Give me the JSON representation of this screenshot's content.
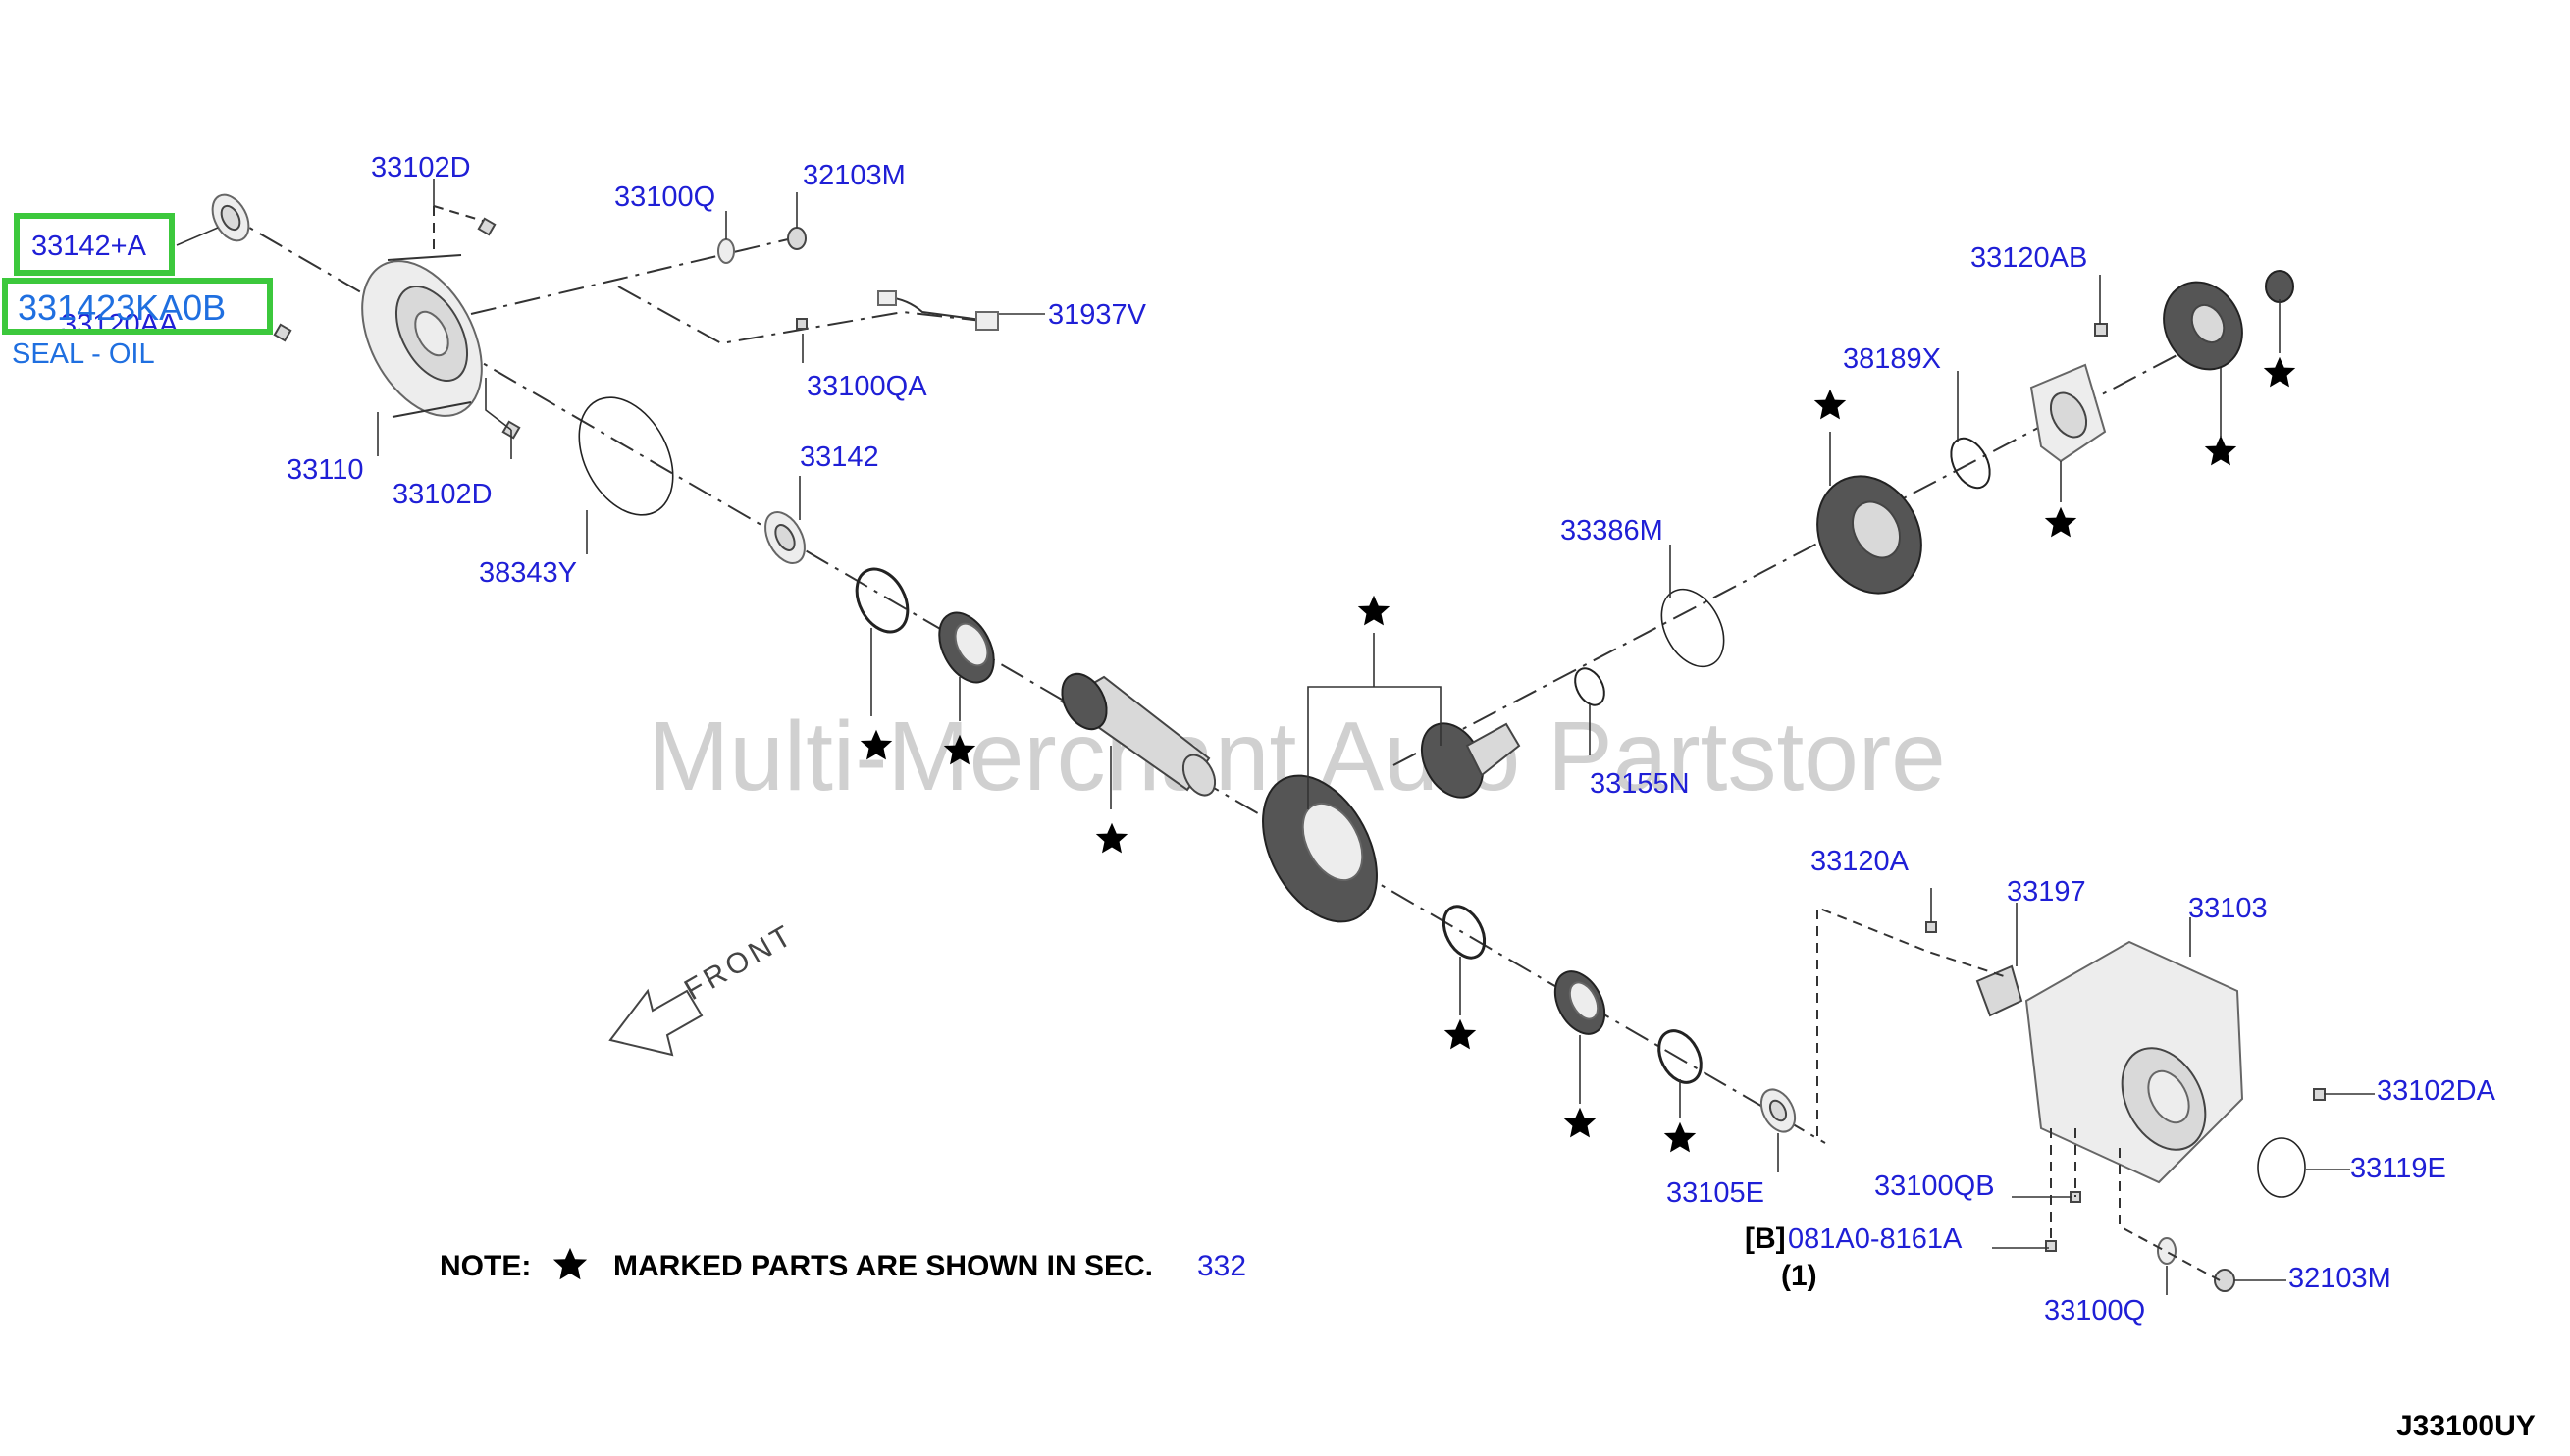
{
  "watermark": "Multi-Merchant Auto Partstore",
  "highlighted": {
    "part_a": "33142+A",
    "part_b": "331423KA0B",
    "part_b_desc": "SEAL - OIL"
  },
  "callouts": {
    "c33102D_top": "33102D",
    "c33100Q_top": "33100Q",
    "c32103M_top": "32103M",
    "c33120AA": "33120AA",
    "c31937V": "31937V",
    "c33100QA": "33100QA",
    "c33110": "33110",
    "c33102D_bot": "33102D",
    "c33142": "33142",
    "c38343Y": "38343Y",
    "c33120AB": "33120AB",
    "c38189X": "38189X",
    "c33386M": "33386M",
    "c33155N": "33155N",
    "c33120A": "33120A",
    "c33197": "33197",
    "c33103": "33103",
    "c33102DA": "33102DA",
    "c33119E": "33119E",
    "c33105E": "33105E",
    "c33100QB": "33100QB",
    "c081A0_prefix": "[B]",
    "c081A0": "081A0-8161A",
    "c081A0_qty": "(1)",
    "c33100Q_bot": "33100Q",
    "c32103M_bot": "32103M"
  },
  "front_label": "FRONT",
  "note": {
    "prefix": "NOTE:",
    "text": "MARKED PARTS ARE SHOWN IN  SEC.",
    "section": "332"
  },
  "diagram_code": "J33100UY"
}
